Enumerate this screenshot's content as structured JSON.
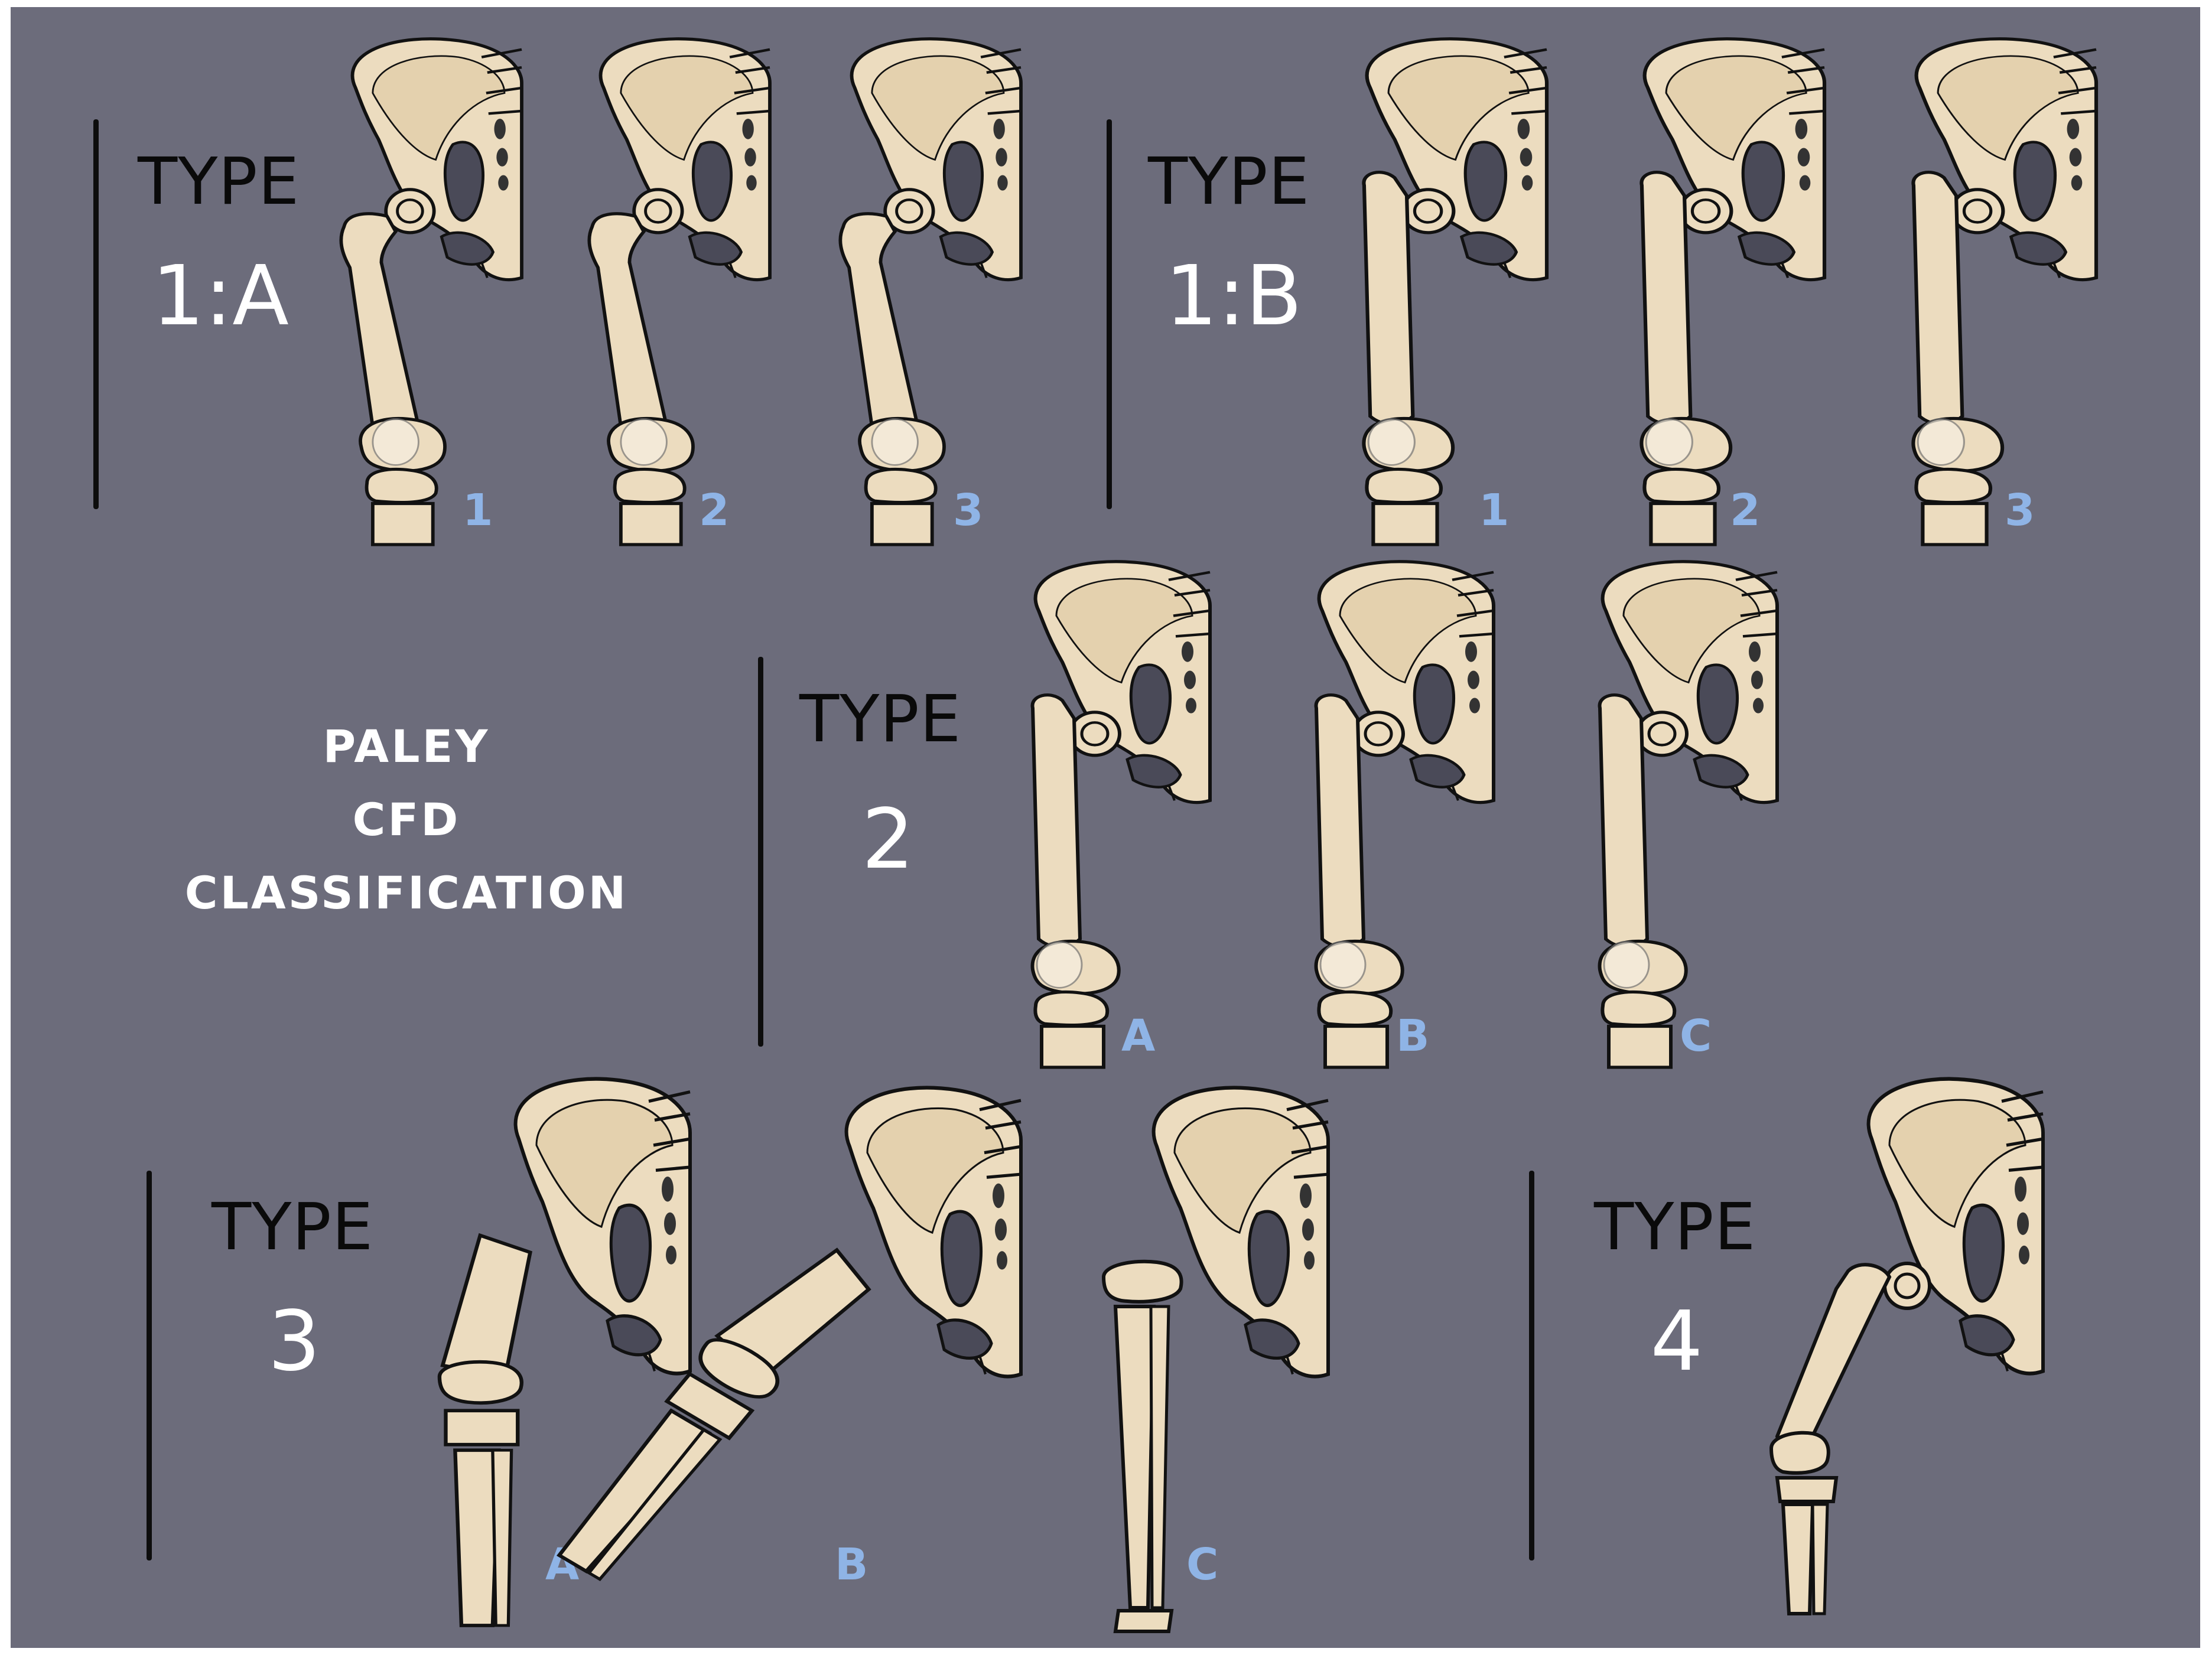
{
  "title": {
    "line1": "PALEY",
    "line2": "CFD",
    "line3": "CLASSIFICATION"
  },
  "colors": {
    "background": "#6c6c7b",
    "bone": "#ecdcbf",
    "bone_shade": "#d9c6a2",
    "outline": "#111111",
    "sublabel": "#8fb4e6",
    "title": "#ffffff"
  },
  "groups": [
    {
      "label": "TYPE",
      "number": "1:A",
      "variants": [
        "1",
        "2",
        "3"
      ]
    },
    {
      "label": "TYPE",
      "number": "1:B",
      "variants": [
        "1",
        "2",
        "3"
      ]
    },
    {
      "label": "TYPE",
      "number": "2",
      "variants": [
        "A",
        "B",
        "C"
      ]
    },
    {
      "label": "TYPE",
      "number": "3",
      "variants": [
        "A",
        "B",
        "C"
      ]
    },
    {
      "label": "TYPE",
      "number": "4",
      "variants": []
    }
  ]
}
